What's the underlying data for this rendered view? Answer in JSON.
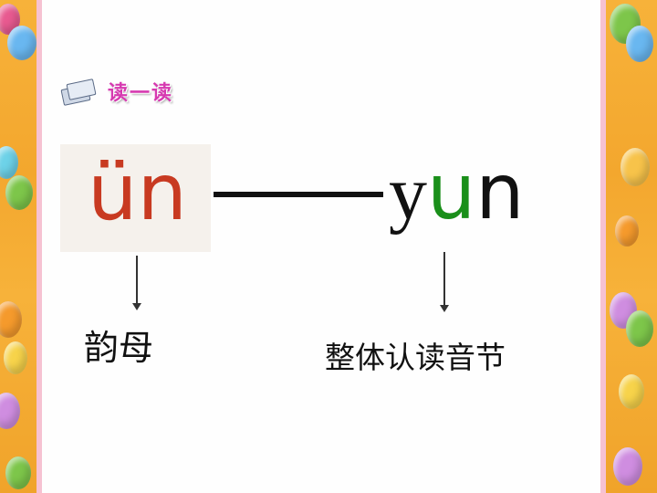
{
  "header": {
    "title": "读一读",
    "icon": "book-icon"
  },
  "content": {
    "vowel": "ün",
    "syllable": {
      "y": "y",
      "u": "u",
      "n": "n"
    },
    "label_left": "韵母",
    "label_right": "整体认读音节"
  },
  "colors": {
    "header_text": "#d63ab0",
    "vowel": "#c83a21",
    "syllable_u": "#1a8f1a",
    "border": "#f3a72e"
  }
}
